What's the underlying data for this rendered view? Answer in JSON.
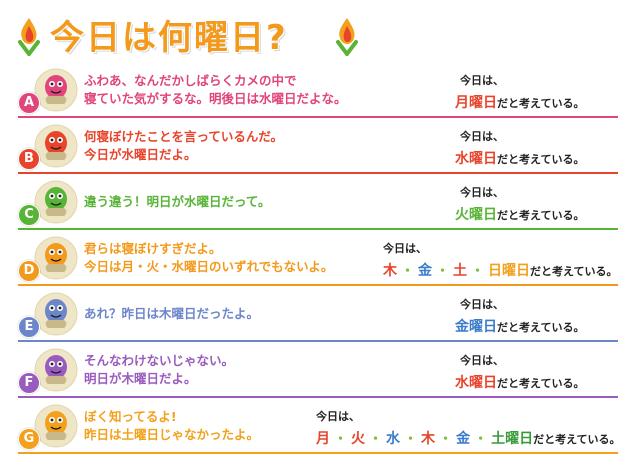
{
  "title": "今日は何曜日?",
  "answer_prefix": "今日は、",
  "answer_suffix": "だと考えている。",
  "colors": {
    "title": "#f39a1c",
    "A": "#e0457b",
    "B": "#e8442c",
    "C": "#58b436",
    "D": "#f39a1c",
    "E": "#6d86c9",
    "F": "#9a5bbf",
    "G": "#f3a11c",
    "mon": "#e8442c",
    "tue": "#e8442c",
    "wed": "#3a7cc9",
    "thu": "#58b436",
    "fri": "#3a7cc9",
    "sat": "#58b436",
    "sun": "#f3a11c",
    "wood": "#e8442c",
    "gold": "#3a7cc9",
    "earth": "#3a9b3a"
  },
  "rows": [
    {
      "id": "A",
      "line1": "ふわあ、なんだかしばらくカメの中で",
      "line2": "寝ていた気がするな。明後日は水曜日だよな。",
      "answer": [
        {
          "t": "月曜日",
          "c": "#e8442c"
        }
      ]
    },
    {
      "id": "B",
      "line1": "何寝ぼけたことを言っているんだ。",
      "line2": "今日が水曜日だよ。",
      "answer": [
        {
          "t": "水曜日",
          "c": "#e8442c"
        }
      ]
    },
    {
      "id": "C",
      "line1": "違う違う！明日が水曜日だって。",
      "line2": "",
      "answer": [
        {
          "t": "火曜日",
          "c": "#58b436"
        }
      ]
    },
    {
      "id": "D",
      "line1": "君らは寝ぼけすぎだよ。",
      "line2": "今日は月・火・水曜日のいずれでもないよ。",
      "answer": [
        {
          "t": "木",
          "c": "#e8442c"
        },
        {
          "t": "金",
          "c": "#3a7cc9"
        },
        {
          "t": "土",
          "c": "#e8442c"
        },
        {
          "t": "日曜日",
          "c": "#f3a11c"
        }
      ]
    },
    {
      "id": "E",
      "line1": "あれ？昨日は木曜日だったよ。",
      "line2": "",
      "answer": [
        {
          "t": "金曜日",
          "c": "#3a7cc9"
        }
      ]
    },
    {
      "id": "F",
      "line1": "そんなわけないじゃない。",
      "line2": "明日が木曜日だよ。",
      "answer": [
        {
          "t": "水曜日",
          "c": "#e8442c"
        }
      ]
    },
    {
      "id": "G",
      "line1": "ぼく知ってるよ!",
      "line2": "昨日は土曜日じゃなかったよ。",
      "answer": [
        {
          "t": "月",
          "c": "#e8442c"
        },
        {
          "t": "火",
          "c": "#e8442c"
        },
        {
          "t": "水",
          "c": "#3a7cc9"
        },
        {
          "t": "木",
          "c": "#e8442c"
        },
        {
          "t": "金",
          "c": "#3a7cc9"
        },
        {
          "t": "土曜日",
          "c": "#3a9b3a"
        }
      ]
    }
  ]
}
